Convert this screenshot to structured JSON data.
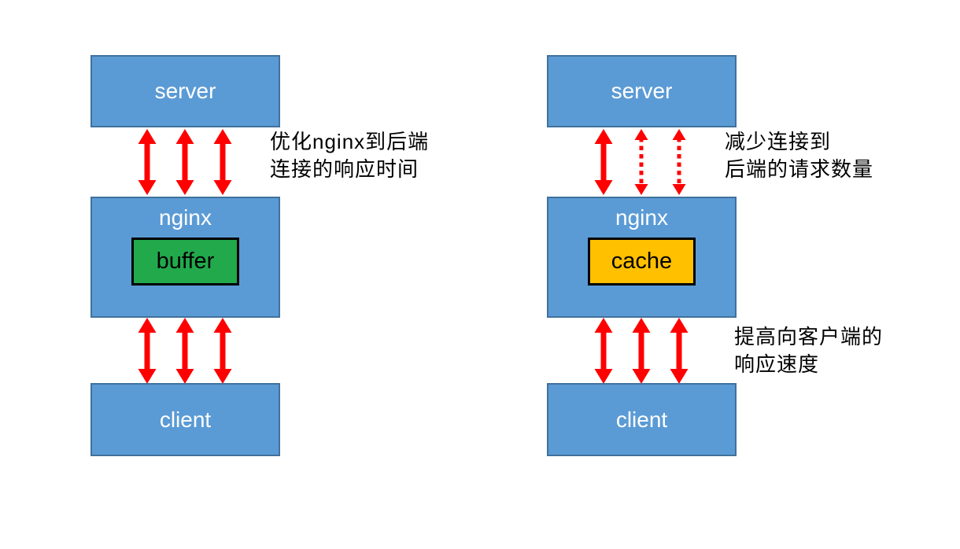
{
  "colors": {
    "page_bg": "#ffffff",
    "box_fill": "#5B9BD5",
    "box_border": "#41719C",
    "buffer_fill": "#22A94C",
    "cache_fill": "#FFC000",
    "inner_border": "#000000",
    "inner_text": "#000000",
    "arrow": "#FF0000",
    "label_text": "#ffffff",
    "annotation_text": "#000000"
  },
  "left_diagram": {
    "server_label": "server",
    "nginx_label": "nginx",
    "inner_label": "buffer",
    "client_label": "client",
    "top_arrows": [
      "solid",
      "solid",
      "solid"
    ],
    "bottom_arrows": [
      "solid",
      "solid",
      "solid"
    ],
    "top_annotation_lines": [
      "优化nginx到后端",
      "连接的响应时间"
    ]
  },
  "right_diagram": {
    "server_label": "server",
    "nginx_label": "nginx",
    "inner_label": "cache",
    "client_label": "client",
    "top_arrows": [
      "solid",
      "dotted",
      "dotted"
    ],
    "bottom_arrows": [
      "solid",
      "solid",
      "solid"
    ],
    "top_annotation_lines": [
      "减少连接到",
      "后端的请求数量"
    ],
    "bottom_annotation_lines": [
      "提高向客户端的",
      "响应速度"
    ]
  }
}
